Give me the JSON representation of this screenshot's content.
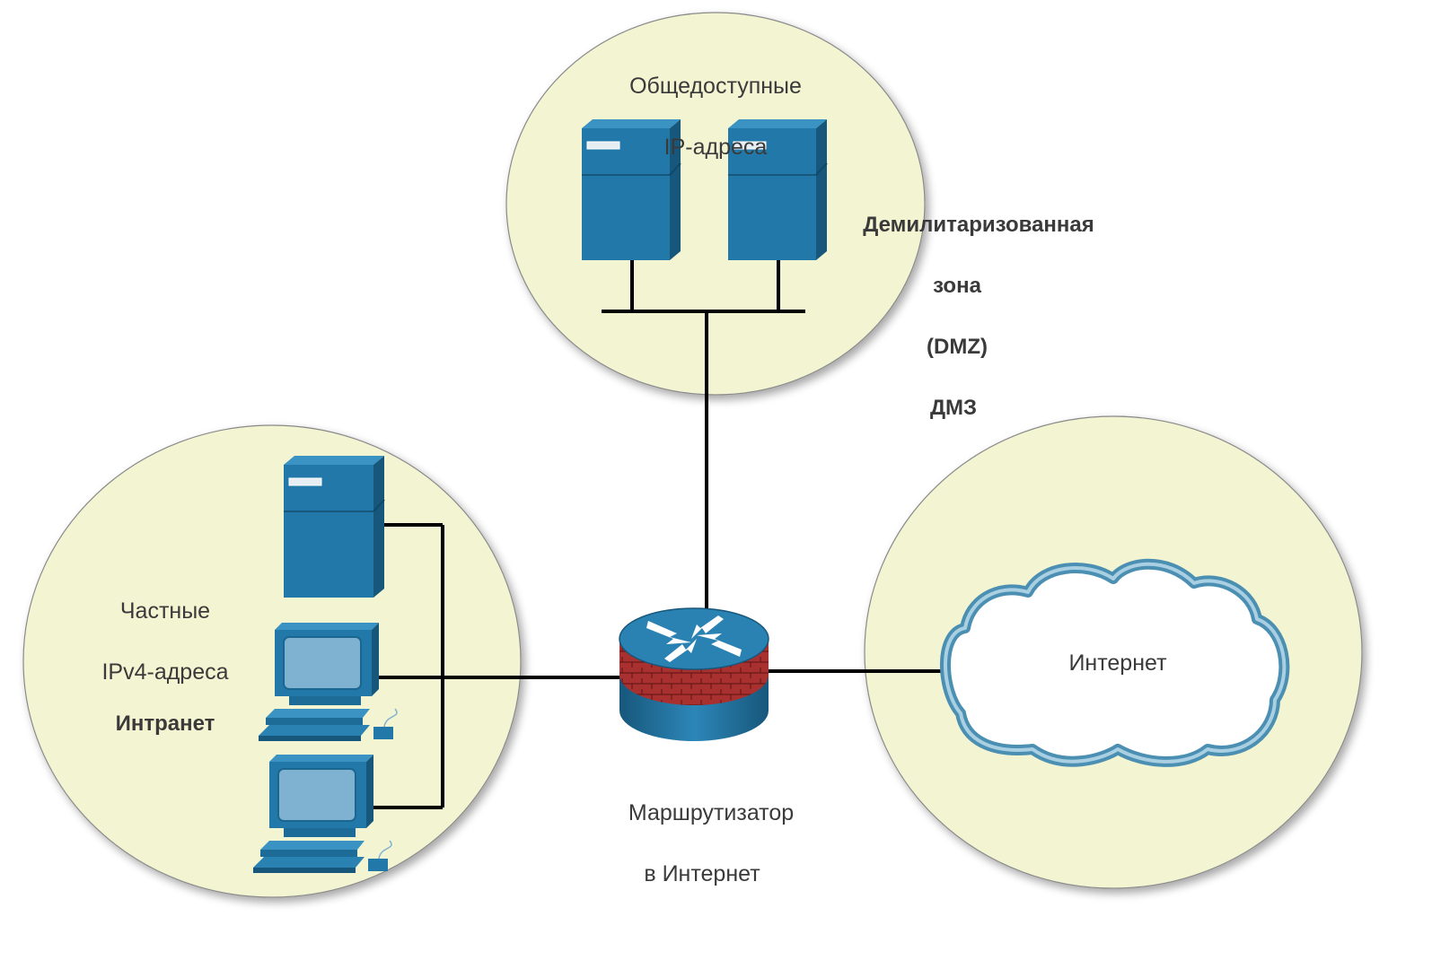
{
  "dmz_zone": {
    "caption_line1": "Общедоступные",
    "caption_line2": "IP-адреса",
    "title_line1": "Демилитаризованная",
    "title_line2": "зона",
    "title_line3": "(DMZ)",
    "title_line4": "ДМЗ"
  },
  "intranet_zone": {
    "caption_line1": "Частные",
    "caption_line2": "IPv4-адреса",
    "title": "Интранет"
  },
  "internet_zone": {
    "cloud_label": "Интернет"
  },
  "router": {
    "label_line1": "Маршрутизатор",
    "label_line2": "в Интернет"
  },
  "colors": {
    "zone_fill": "#f3f4d2",
    "device_blue": "#2278a8",
    "device_dark": "#17577b",
    "firewall_red": "#9c2a2a",
    "cloud_blue": "#4b8fb3",
    "link": "#000000"
  }
}
